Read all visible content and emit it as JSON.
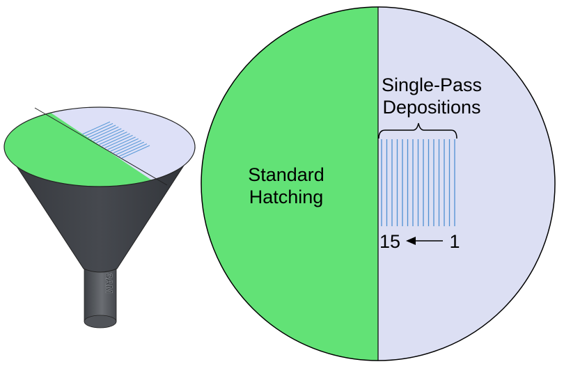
{
  "funnel": {
    "emboss_text": "3AM",
    "colors": {
      "standard_hatching": "#62e276",
      "single_pass_region": "#dde0f7",
      "cone": "#3d4046",
      "stem": "#55585d",
      "deposition_lines": "#5a9ad8"
    }
  },
  "detail": {
    "left_label_line1": "Standard",
    "left_label_line2": "Hatching",
    "right_label_line1": "Single-Pass",
    "right_label_line2": "Depositions",
    "range_start": "15",
    "range_end": "1",
    "deposition_count": 15,
    "colors": {
      "standard_hatching": "#62e276",
      "single_pass_region": "#dcdff3",
      "deposition_lines": "#4f8fd2",
      "outline": "#000000"
    }
  }
}
